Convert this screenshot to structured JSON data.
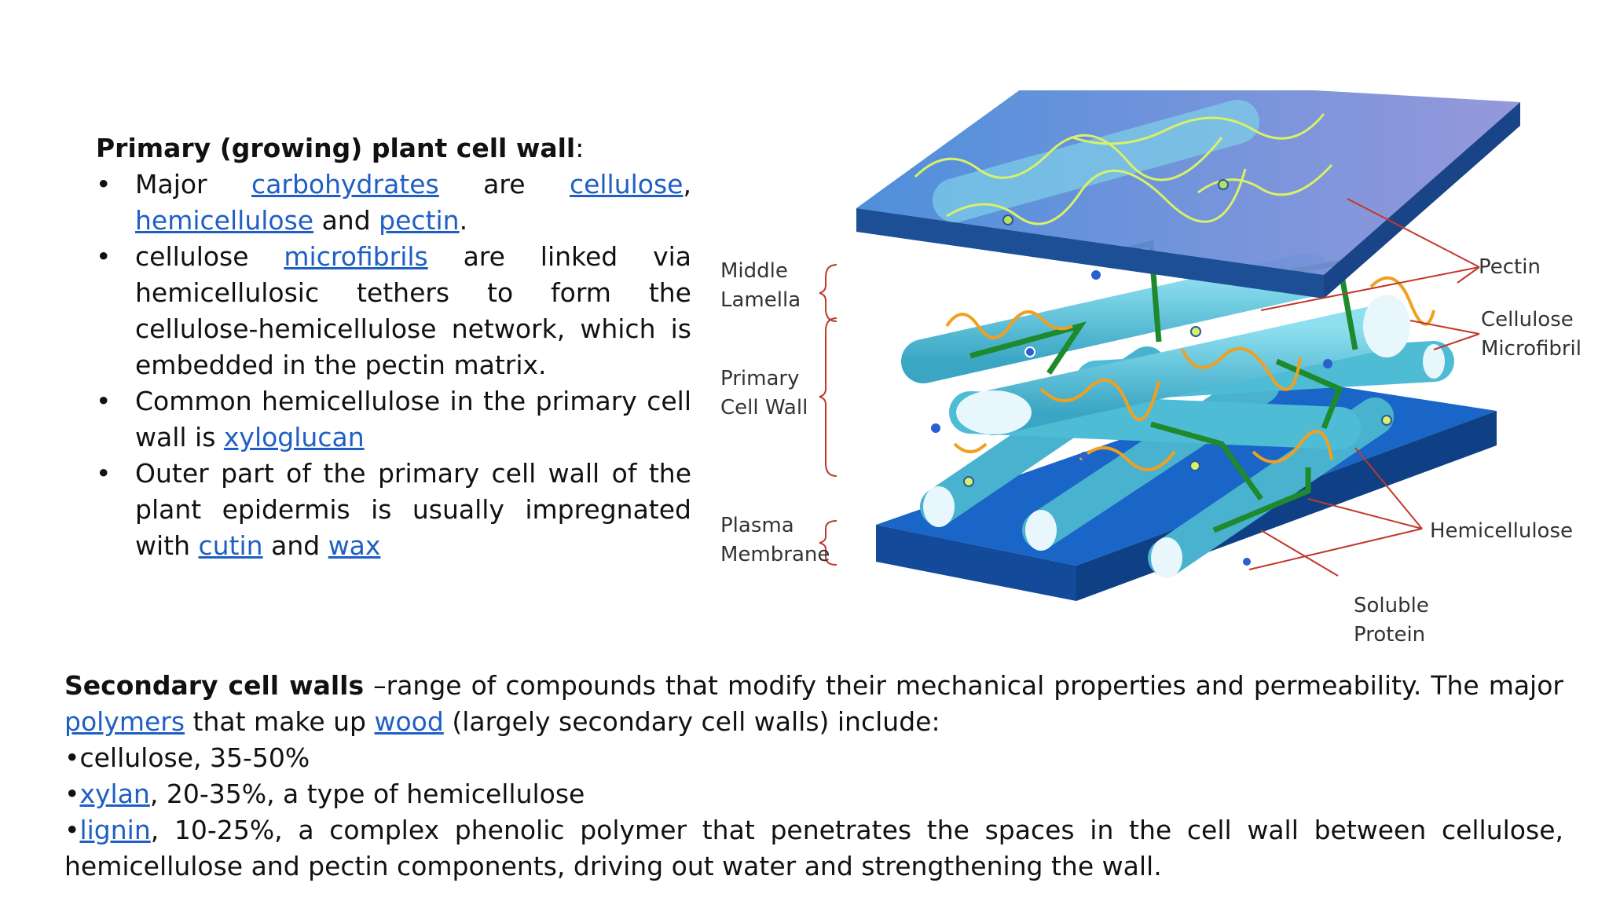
{
  "primary": {
    "heading_bold": "Primary (growing) plant cell wall",
    "heading_colon": ":",
    "bullet1": {
      "t1": "Major ",
      "link1": "carbohydrates",
      "t2": " are ",
      "link2": "cellulose",
      "t3": ", ",
      "link3": "hemicellulose",
      "t4": " and ",
      "link4": "pectin",
      "t5": "."
    },
    "bullet2": {
      "t1": "cellulose ",
      "link1": "microfibrils",
      "t2": " are linked via hemicellulosic tethers to form the cellulose-hemicellulose network, which is embedded in the pectin matrix."
    },
    "bullet3": {
      "t1": "Common hemicellulose in the primary cell wall is ",
      "link1": "xyloglucan"
    },
    "bullet4": {
      "t1": "Outer part of the primary cell wall of the plant epidermis is usually impregnated with ",
      "link1": "cutin",
      "t2": " and ",
      "link2": "wax"
    }
  },
  "diagram": {
    "labels": {
      "middle_lamella_1": "Middle",
      "middle_lamella_2": "Lamella",
      "primary_wall_1": "Primary",
      "primary_wall_2": "Cell Wall",
      "plasma_membrane_1": "Plasma",
      "plasma_membrane_2": "Membrane",
      "pectin": "Pectin",
      "cellulose_1": "Cellulose",
      "cellulose_2": "Microfibril",
      "hemicellulose": "Hemicellulose",
      "soluble_1": "Soluble",
      "soluble_2": "Protein"
    },
    "colors": {
      "top_plate": "#5b8fd6",
      "membrane": "#1560c0",
      "fibril": "#5ec4dc",
      "hemicellulose": "#1f8a2e",
      "pectin": "#f0a020",
      "leader": "#c0392b"
    }
  },
  "secondary": {
    "bold": "Secondary cell walls",
    "t1": " –range of compounds that modify their mechanical properties and permeability. The major ",
    "link1": "polymers",
    "t2": " that make up ",
    "link2": "wood",
    "t3": " (largely secondary cell walls) include:",
    "item1": "•cellulose, 35-50%",
    "item2_bullet": "•",
    "item2_link": "xylan",
    "item2_text": ", 20-35%, a type of hemicellulose",
    "item3_bullet": "•",
    "item3_link": "lignin",
    "item3_text": ", 10-25%, a complex phenolic polymer that penetrates the spaces in the cell wall between cellulose, hemicellulose and pectin components, driving out water and strengthening the wall."
  }
}
